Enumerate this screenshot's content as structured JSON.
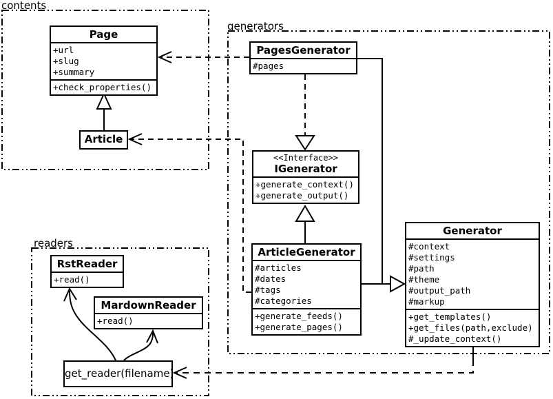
{
  "diagram": {
    "packages": {
      "contents": {
        "label": "contents"
      },
      "generators": {
        "label": "generators"
      },
      "readers": {
        "label": "readers"
      }
    },
    "classes": {
      "page": {
        "name": "Page",
        "attributes": [
          "+url",
          "+slug",
          "+summary"
        ],
        "methods": [
          "+check_properties()"
        ]
      },
      "article": {
        "name": "Article"
      },
      "pages_generator": {
        "name": "PagesGenerator",
        "attributes": [
          "#pages"
        ]
      },
      "igenerator": {
        "stereotype": "<<Interface>>",
        "name": "IGenerator",
        "methods": [
          "+generate_context()",
          "+generate_output()"
        ]
      },
      "article_generator": {
        "name": "ArticleGenerator",
        "attributes": [
          "#articles",
          "#dates",
          "#tags",
          "#categories"
        ],
        "methods": [
          "+generate_feeds()",
          "+generate_pages()"
        ]
      },
      "generator": {
        "name": "Generator",
        "attributes": [
          "#context",
          "#settings",
          "#path",
          "#theme",
          "#output_path",
          "#markup"
        ],
        "methods": [
          "+get_templates()",
          "+get_files(path,exclude)",
          "#_update_context()"
        ]
      },
      "rst_reader": {
        "name": "RstReader",
        "methods": [
          "+read()"
        ]
      },
      "mardown_reader": {
        "name": "MardownReader",
        "methods": [
          "+read()"
        ]
      },
      "get_reader": {
        "name": "get_reader(filename)"
      }
    },
    "relationships": [
      {
        "from": "Article",
        "to": "Page",
        "type": "generalization"
      },
      {
        "from": "PagesGenerator",
        "to": "Page",
        "type": "dependency"
      },
      {
        "from": "ArticleGenerator",
        "to": "Article",
        "type": "dependency"
      },
      {
        "from": "PagesGenerator",
        "to": "IGenerator",
        "type": "realization"
      },
      {
        "from": "ArticleGenerator",
        "to": "IGenerator",
        "type": "generalization"
      },
      {
        "from": "PagesGenerator",
        "to": "Generator",
        "type": "generalization"
      },
      {
        "from": "ArticleGenerator",
        "to": "Generator",
        "type": "generalization"
      },
      {
        "from": "Generator",
        "to": "get_reader(filename)",
        "type": "dependency"
      },
      {
        "from": "get_reader(filename)",
        "to": "RstReader",
        "type": "arrow"
      },
      {
        "from": "get_reader(filename)",
        "to": "MardownReader",
        "type": "arrow"
      }
    ],
    "colors": {
      "line": "#000000",
      "background": "#ffffff",
      "box_fill": "#ffffff",
      "text": "#000000"
    }
  }
}
